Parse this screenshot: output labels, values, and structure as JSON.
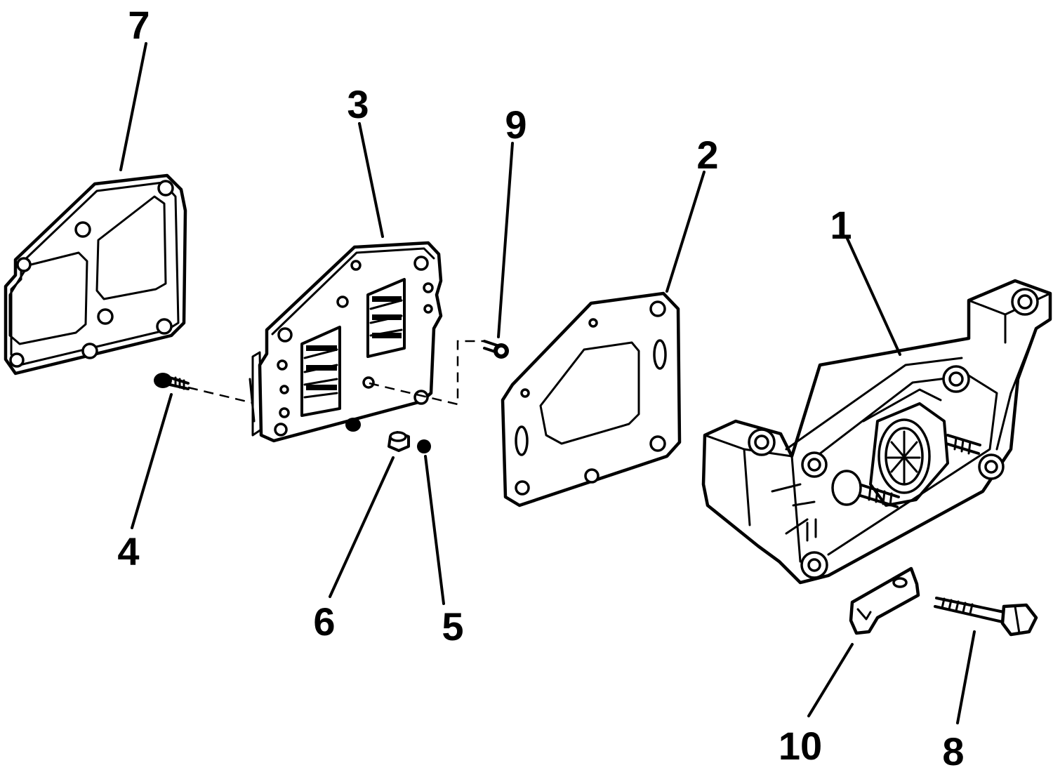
{
  "diagram": {
    "callouts": {
      "p1": "1",
      "p2": "2",
      "p3": "3",
      "p4": "4",
      "p5": "5",
      "p6": "6",
      "p7": "7",
      "p8": "8",
      "p9": "9",
      "p10": "10"
    },
    "colors": {
      "ink": "#000000",
      "paper": "#ffffff"
    }
  }
}
